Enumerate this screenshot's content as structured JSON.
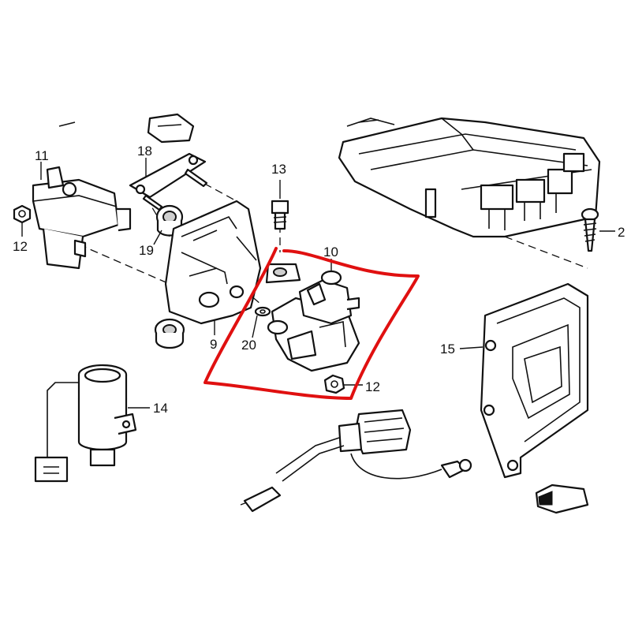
{
  "diagram": {
    "callouts": [
      {
        "id": "label-2",
        "text": "2"
      },
      {
        "id": "label-9",
        "text": "9"
      },
      {
        "id": "label-10",
        "text": "10"
      },
      {
        "id": "label-11",
        "text": "11"
      },
      {
        "id": "label-12-left",
        "text": "12"
      },
      {
        "id": "label-12-center",
        "text": "12"
      },
      {
        "id": "label-13",
        "text": "13"
      },
      {
        "id": "label-14",
        "text": "14"
      },
      {
        "id": "label-15",
        "text": "15"
      },
      {
        "id": "label-18",
        "text": "18"
      },
      {
        "id": "label-19",
        "text": "19"
      },
      {
        "id": "label-20",
        "text": "20"
      }
    ],
    "highlight_color": "#e01010",
    "line_color": "#111111"
  }
}
